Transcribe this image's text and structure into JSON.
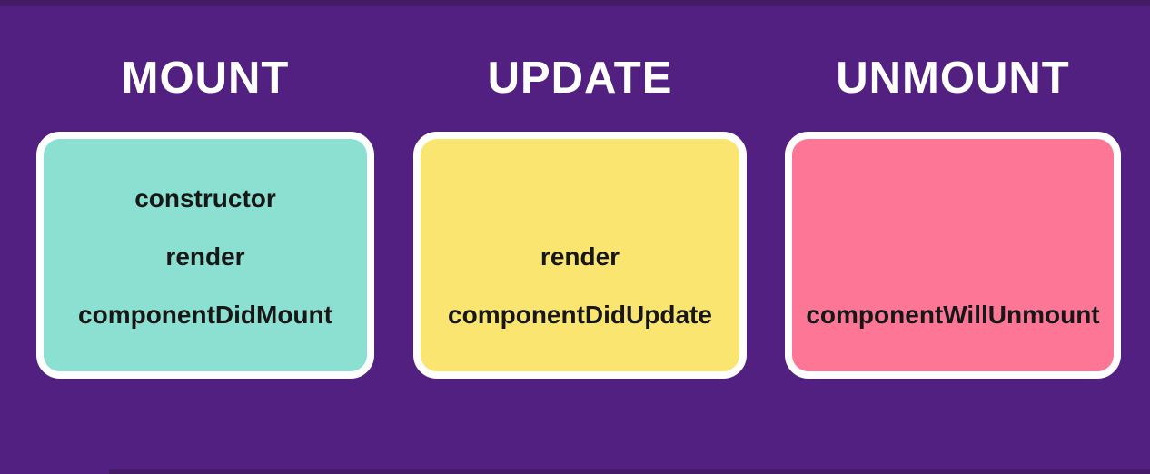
{
  "colors": {
    "background": "#522081",
    "edge_strip": "#451a66",
    "heading_text": "#ffffff",
    "card_border": "#ffffff",
    "card_text": "#171717",
    "mount_card_bg": "#8be0d2",
    "update_card_bg": "#fae571",
    "unmount_card_bg": "#fd7695"
  },
  "columns": [
    {
      "heading": "MOUNT",
      "items": [
        "constructor",
        "render",
        "componentDidMount"
      ]
    },
    {
      "heading": "UPDATE",
      "items": [
        "render",
        "componentDidUpdate"
      ]
    },
    {
      "heading": "UNMOUNT",
      "items": [
        "componentWillUnmount"
      ]
    }
  ]
}
